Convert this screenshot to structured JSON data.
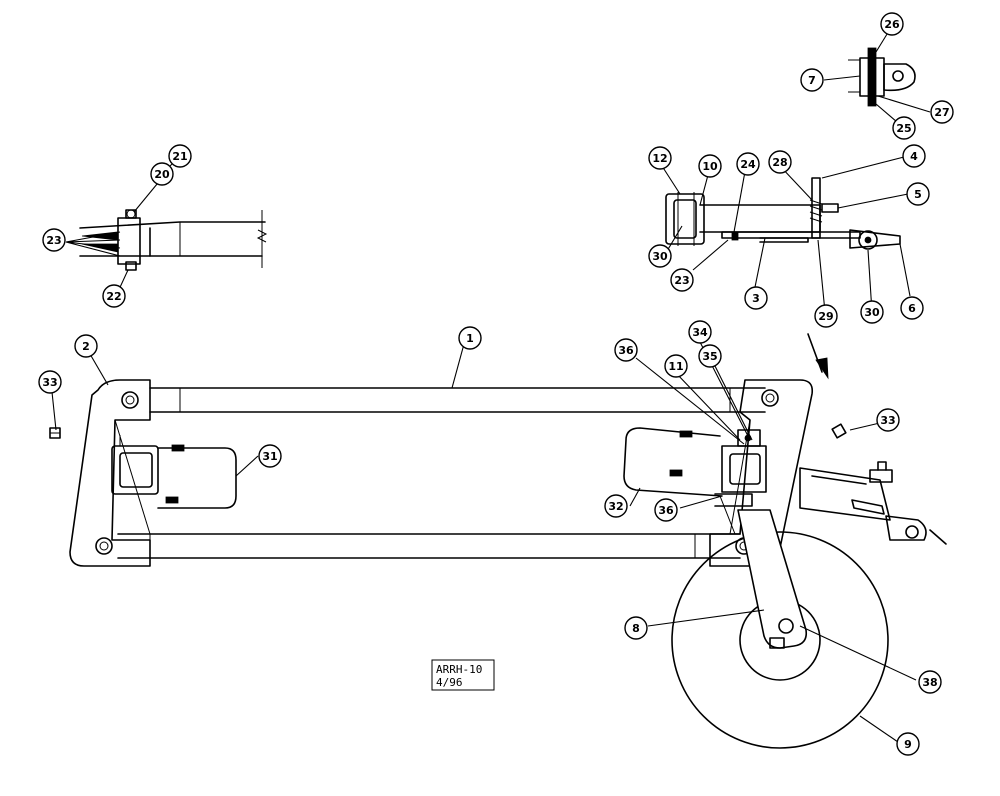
{
  "stamp": {
    "line1": "ARRH-10",
    "line2": "4/96"
  },
  "callouts": [
    {
      "id": "c1",
      "label": "1"
    },
    {
      "id": "c2",
      "label": "2"
    },
    {
      "id": "c3",
      "label": "3"
    },
    {
      "id": "c4",
      "label": "4"
    },
    {
      "id": "c5",
      "label": "5"
    },
    {
      "id": "c6",
      "label": "6"
    },
    {
      "id": "c7",
      "label": "7"
    },
    {
      "id": "c8",
      "label": "8"
    },
    {
      "id": "c9",
      "label": "9"
    },
    {
      "id": "c10",
      "label": "10"
    },
    {
      "id": "c11",
      "label": "11"
    },
    {
      "id": "c12",
      "label": "12"
    },
    {
      "id": "c20",
      "label": "20"
    },
    {
      "id": "c21",
      "label": "21"
    },
    {
      "id": "c22",
      "label": "22"
    },
    {
      "id": "c23a",
      "label": "23"
    },
    {
      "id": "c23b",
      "label": "23"
    },
    {
      "id": "c24",
      "label": "24"
    },
    {
      "id": "c25",
      "label": "25"
    },
    {
      "id": "c26",
      "label": "26"
    },
    {
      "id": "c27",
      "label": "27"
    },
    {
      "id": "c28",
      "label": "28"
    },
    {
      "id": "c29",
      "label": "29"
    },
    {
      "id": "c30a",
      "label": "30"
    },
    {
      "id": "c30b",
      "label": "30"
    },
    {
      "id": "c31",
      "label": "31"
    },
    {
      "id": "c32",
      "label": "32"
    },
    {
      "id": "c33a",
      "label": "33"
    },
    {
      "id": "c33b",
      "label": "33"
    },
    {
      "id": "c34",
      "label": "34"
    },
    {
      "id": "c35",
      "label": "35"
    },
    {
      "id": "c36a",
      "label": "36"
    },
    {
      "id": "c36b",
      "label": "36"
    },
    {
      "id": "c38",
      "label": "38"
    }
  ]
}
